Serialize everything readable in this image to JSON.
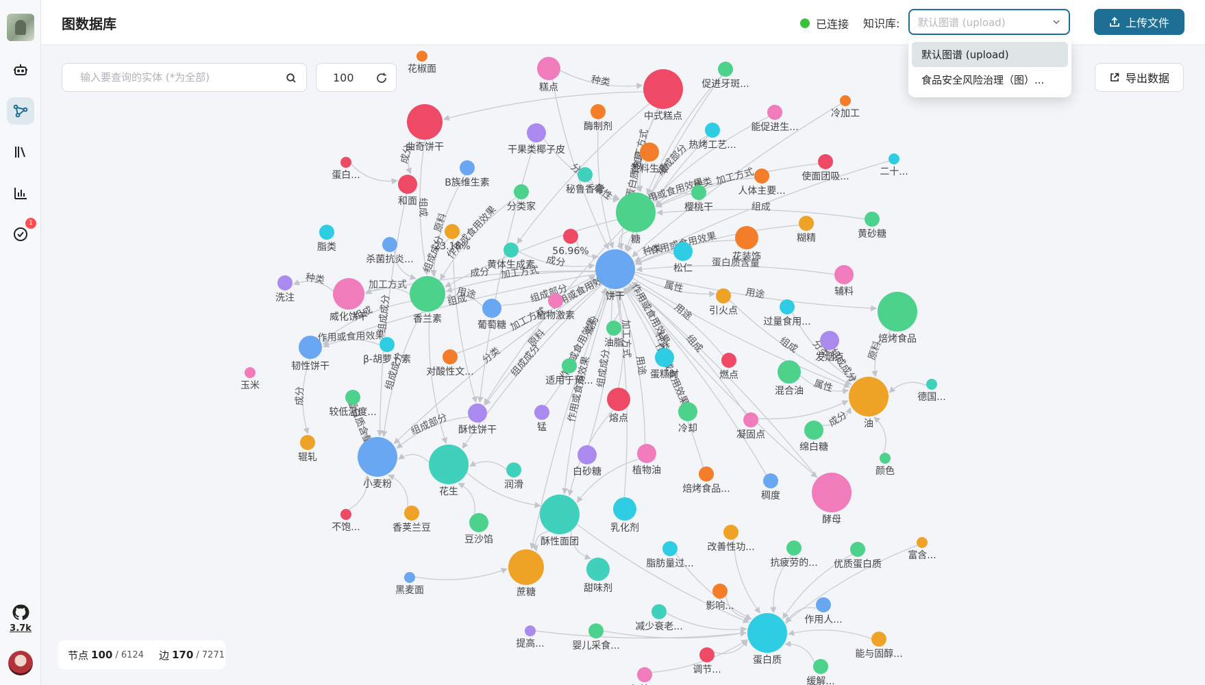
{
  "header": {
    "title": "图数据库",
    "status": "已连接",
    "kb_label": "知识库:",
    "kb_placeholder": "默认图谱 (upload)",
    "upload_label": "上传文件"
  },
  "dropdown": {
    "options": [
      "默认图谱 (upload)",
      "食品安全风险治理（图）..."
    ],
    "selected": 0
  },
  "toolbar": {
    "search_placeholder": "输入要查询的实体 (*为全部)",
    "limit_value": "100",
    "export_label": "导出数据"
  },
  "stats": {
    "nodes_label": "节点",
    "nodes_shown": "100",
    "nodes_total": "/ 6124",
    "edges_label": "边",
    "edges_shown": "170",
    "edges_total": "/ 7271"
  },
  "sidebar": {
    "badge": "1",
    "github_stars": "3.7k"
  },
  "colors": {
    "red": "#ee4a66",
    "pink": "#f07cbb",
    "orange": "#f47d2a",
    "amber": "#efa326",
    "green": "#4dd28b",
    "teal": "#3fd1bc",
    "blue": "#6aa7f2",
    "cyan": "#2fcde4",
    "purple": "#ab8af0"
  },
  "graph": {
    "nodes": [
      {
        "label": "花椒面",
        "c": "orange"
      },
      {
        "label": "糕点",
        "c": "pink"
      },
      {
        "label": "中式糕点",
        "c": "red"
      },
      {
        "label": "促进牙斑...",
        "c": "green"
      },
      {
        "label": "冷加工",
        "c": "orange"
      },
      {
        "label": "曲奇饼干",
        "c": "red"
      },
      {
        "label": "酶制剂",
        "c": "orange"
      },
      {
        "label": "能促进生...",
        "c": "pink"
      },
      {
        "label": "干果类椰子皮",
        "c": "purple"
      },
      {
        "label": "热烤工艺...",
        "c": "cyan"
      },
      {
        "label": "香料生姜",
        "c": "orange"
      },
      {
        "label": "二十...",
        "c": "cyan"
      },
      {
        "label": "蛋白...",
        "c": "red"
      },
      {
        "label": "B族维生素",
        "c": "blue"
      },
      {
        "label": "使面团吸...",
        "c": "red"
      },
      {
        "label": "和面",
        "c": "red"
      },
      {
        "label": "秘鲁香膏",
        "c": "teal"
      },
      {
        "label": "人体主要...",
        "c": "orange"
      },
      {
        "label": "分类家",
        "c": "green"
      },
      {
        "label": "樱桃干",
        "c": "green"
      },
      {
        "label": "糖",
        "c": "green"
      },
      {
        "label": "黄砂糖",
        "c": "green"
      },
      {
        "label": "糊精",
        "c": "amber"
      },
      {
        "label": "脂类",
        "c": "cyan"
      },
      {
        "label": "23.16%",
        "c": "amber"
      },
      {
        "label": "56.96%",
        "c": "red"
      },
      {
        "label": "花装饰",
        "c": "orange"
      },
      {
        "label": "杀菌抗炎...",
        "c": "blue"
      },
      {
        "label": "黄体生成素",
        "c": "teal"
      },
      {
        "label": "松仁",
        "c": "cyan"
      },
      {
        "label": "饼干",
        "c": "blue"
      },
      {
        "label": "辅料",
        "c": "pink"
      },
      {
        "label": "洗注",
        "c": "purple"
      },
      {
        "label": "威化饼干",
        "c": "pink"
      },
      {
        "label": "香兰素",
        "c": "green"
      },
      {
        "label": "植物激素",
        "c": "pink"
      },
      {
        "label": "葡萄糖",
        "c": "blue"
      },
      {
        "label": "引火点",
        "c": "amber"
      },
      {
        "label": "过量食用...",
        "c": "cyan"
      },
      {
        "label": "焙烤食品",
        "c": "green"
      },
      {
        "label": "韧性饼干",
        "c": "blue"
      },
      {
        "label": "β-胡萝卜素",
        "c": "cyan"
      },
      {
        "label": "油脂",
        "c": "green"
      },
      {
        "label": "发烟点",
        "c": "purple"
      },
      {
        "label": "对酸性文...",
        "c": "orange"
      },
      {
        "label": "适用于预...",
        "c": "green"
      },
      {
        "label": "蛋糕时",
        "c": "cyan"
      },
      {
        "label": "燃点",
        "c": "red"
      },
      {
        "label": "混合油",
        "c": "green"
      },
      {
        "label": "油",
        "c": "amber"
      },
      {
        "label": "德国...",
        "c": "teal"
      },
      {
        "label": "玉米",
        "c": "pink"
      },
      {
        "label": "较低温度...",
        "c": "green"
      },
      {
        "label": "酥性饼干",
        "c": "purple"
      },
      {
        "label": "锰",
        "c": "purple"
      },
      {
        "label": "熔点",
        "c": "red"
      },
      {
        "label": "冷却",
        "c": "green"
      },
      {
        "label": "凝固点",
        "c": "pink"
      },
      {
        "label": "辊轧",
        "c": "amber"
      },
      {
        "label": "小麦粉",
        "c": "blue"
      },
      {
        "label": "花生",
        "c": "teal"
      },
      {
        "label": "白砂糖",
        "c": "purple"
      },
      {
        "label": "植物油",
        "c": "pink"
      },
      {
        "label": "绵白糖",
        "c": "green"
      },
      {
        "label": "颜色",
        "c": "green"
      },
      {
        "label": "焙烤食品...",
        "c": "orange"
      },
      {
        "label": "润滑",
        "c": "teal"
      },
      {
        "label": "稠度",
        "c": "blue"
      },
      {
        "label": "酵母",
        "c": "pink"
      },
      {
        "label": "不饱...",
        "c": "red"
      },
      {
        "label": "香荚兰豆",
        "c": "amber"
      },
      {
        "label": "豆沙馅",
        "c": "green"
      },
      {
        "label": "乳化剂",
        "c": "cyan"
      },
      {
        "label": "酥性面团",
        "c": "teal"
      },
      {
        "label": "改善性功...",
        "c": "amber"
      },
      {
        "label": "富含...",
        "c": "amber"
      },
      {
        "label": "抗疲劳的...",
        "c": "green"
      },
      {
        "label": "优质蛋白质",
        "c": "green"
      },
      {
        "label": "脂肪量过...",
        "c": "cyan"
      },
      {
        "label": "蔗糖",
        "c": "amber"
      },
      {
        "label": "甜味剂",
        "c": "teal"
      },
      {
        "label": "黑麦面",
        "c": "blue"
      },
      {
        "label": "影响...",
        "c": "orange"
      },
      {
        "label": "作用人...",
        "c": "blue"
      },
      {
        "label": "减少衰老...",
        "c": "teal"
      },
      {
        "label": "能与固醇...",
        "c": "amber"
      },
      {
        "label": "蛋白质",
        "c": "cyan"
      },
      {
        "label": "提高...",
        "c": "purple"
      },
      {
        "label": "婴儿采食...",
        "c": "green"
      },
      {
        "label": "调节...",
        "c": "red"
      },
      {
        "label": "红糖...",
        "c": "pink"
      },
      {
        "label": "缓解...",
        "c": "green"
      }
    ],
    "edge_labels": [
      "种类",
      "加工方式",
      "成分",
      "组成",
      "分类",
      "原料",
      "组成成分",
      "作用或食用效果",
      "用途",
      "属性",
      "蛋白质含量",
      "组成部分",
      "作用或食用效果",
      "加工方式",
      "种类",
      "组成",
      "组成成分",
      "用途",
      "成分",
      "作用或食用效果"
    ]
  }
}
